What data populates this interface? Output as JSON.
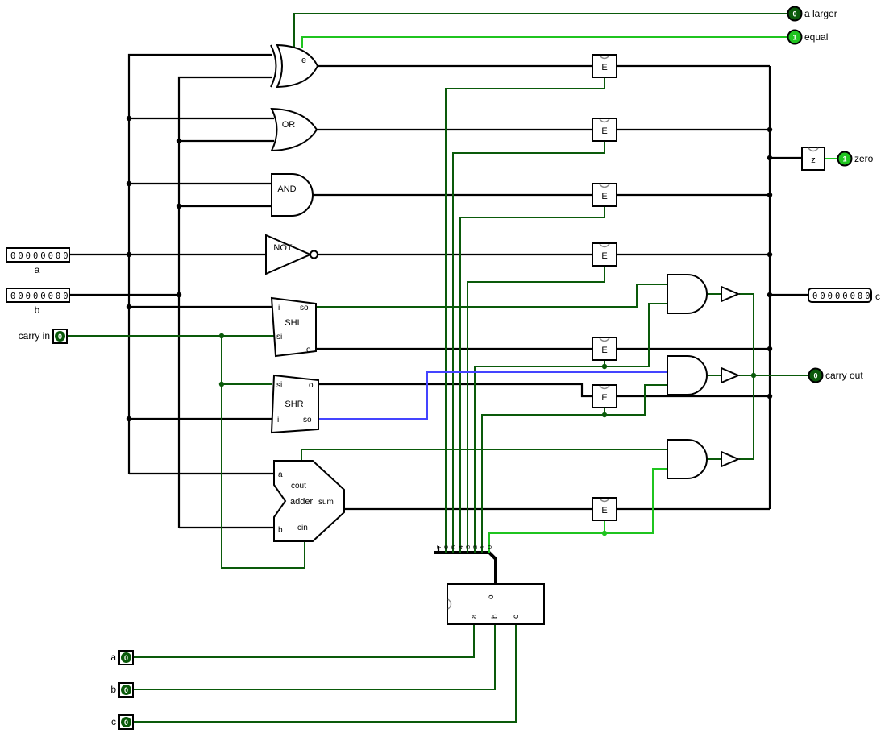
{
  "colors": {
    "bus": "#000000",
    "low": "#0a5a0a",
    "high": "#1fc41f",
    "floating": "#4444ff",
    "notch": "#8a8a8a"
  },
  "components": {
    "xor": {
      "label": "e"
    },
    "or": {
      "label": "OR"
    },
    "and": {
      "label": "AND"
    },
    "not": {
      "label": "NOT"
    },
    "shl": {
      "name": "SHL",
      "in": "i",
      "out": "o",
      "shift_in": "si",
      "shift_out": "so"
    },
    "shr": {
      "name": "SHR",
      "in": "i",
      "out": "o",
      "shift_in": "si",
      "shift_out": "so"
    },
    "adder": {
      "name": "adder",
      "in_a": "a",
      "in_b": "b",
      "carry_in": "cin",
      "carry_out": "cout",
      "sum": "sum"
    },
    "enabler": {
      "label": "E"
    },
    "zero_detector": {
      "label": "z"
    },
    "decoder": {
      "out": "o",
      "in_a": "a",
      "in_b": "b",
      "in_c": "c"
    },
    "splitter": {
      "bits": [
        "7",
        "6",
        "5",
        "4",
        "3",
        "2",
        "1",
        "0"
      ]
    }
  },
  "inputs": {
    "a": {
      "label": "a",
      "value": "00000000"
    },
    "b": {
      "label": "b",
      "value": "00000000"
    },
    "carry_in": {
      "label": "carry in",
      "value": "0"
    },
    "sel_a": {
      "label": "a",
      "value": "0"
    },
    "sel_b": {
      "label": "b",
      "value": "0"
    },
    "sel_c": {
      "label": "c",
      "value": "0"
    }
  },
  "outputs": {
    "a_larger": {
      "label": "a larger",
      "value": "0"
    },
    "equal": {
      "label": "equal",
      "value": "1"
    },
    "zero": {
      "label": "zero",
      "value": "1"
    },
    "c": {
      "label": "c",
      "value": "00000000"
    },
    "carry_out": {
      "label": "carry out",
      "value": "0"
    }
  }
}
